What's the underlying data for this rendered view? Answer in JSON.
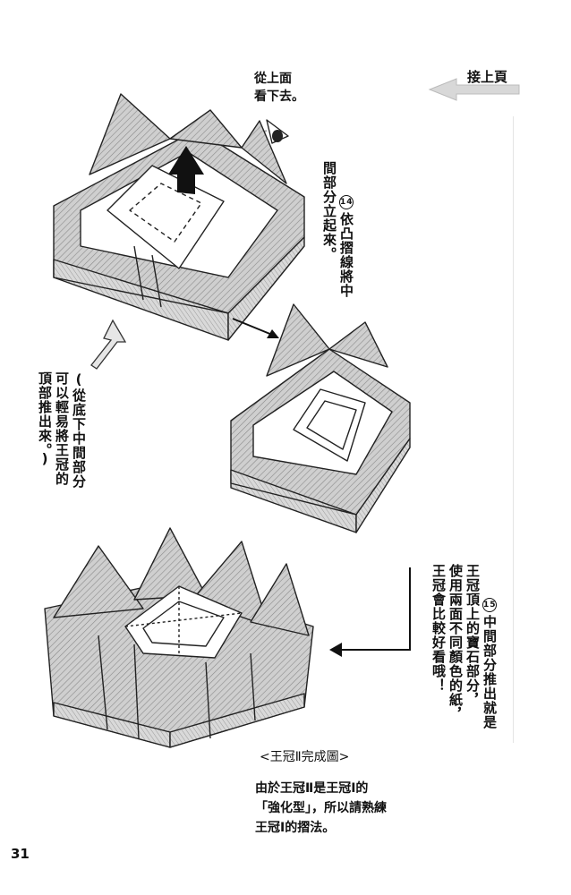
{
  "header": {
    "continue_label": "接上頁"
  },
  "view_note": "從上面\n看下去。",
  "step14": {
    "number": "14",
    "text": "依凸摺線將中\n間部分立起來。"
  },
  "push_note": "(從底下中間部分\n可以輕易將王冠的\n頂部推出來。)",
  "step15": {
    "number": "15",
    "text": "中間部分推出就是\n王冠頂上的寶石部分，\n使用兩面不同顏色的紙，\n王冠會比較好看哦！"
  },
  "caption": {
    "title": "<王冠Ⅱ完成圖>",
    "body": "由於王冠Ⅱ是王冠Ⅰ的\n「強化型」，所以請熟練\n王冠Ⅰ的摺法。"
  },
  "page_number": "31",
  "colors": {
    "ink": "#111111",
    "paper_fill": "#bdbdbd",
    "background": "#ffffff"
  }
}
